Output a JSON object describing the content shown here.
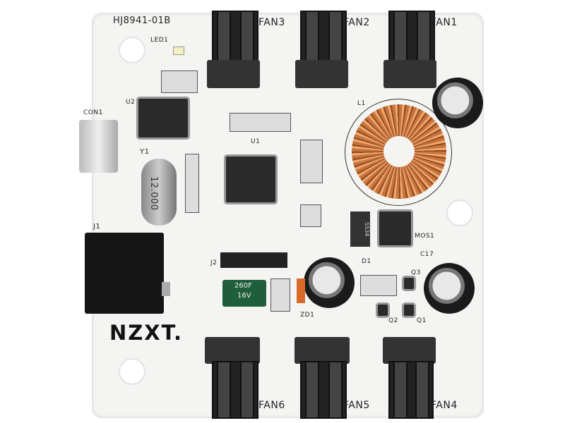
{
  "board": {
    "model": "HJ8941-01B",
    "brand": "NZXT.",
    "fans_top": [
      "FAN3",
      "FAN2",
      "FAN1"
    ],
    "fans_bottom": [
      "FAN6",
      "FAN5",
      "FAN4"
    ],
    "labels": {
      "led": "LED1",
      "con": "CON1",
      "crystal_ref": "Y1",
      "crystal_value": "12.000",
      "jack": "J1",
      "header": "J2",
      "mcu": "U1",
      "ic2": "U2",
      "inductor": "L1",
      "mosfet": "MOS1",
      "cap17": "C17",
      "diode": "D1",
      "zener": "ZD1",
      "q1": "Q1",
      "q2": "Q2",
      "q3": "Q3",
      "polycap_value": "260F",
      "polycap_voltage": "16V",
      "diode_code": "SS34"
    }
  }
}
